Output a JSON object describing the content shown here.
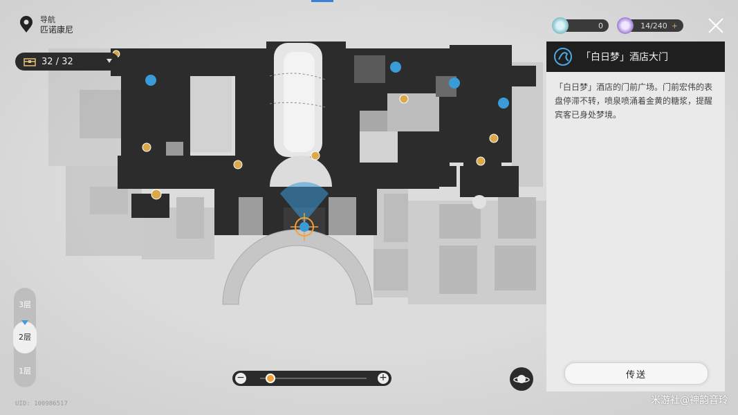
{
  "nav": {
    "label": "导航",
    "location": "匹诺康尼"
  },
  "chest": {
    "count": "32 / 32"
  },
  "currency": [
    {
      "icon": "stellar-jade-icon",
      "value": "0"
    },
    {
      "icon": "trailblaze-power-icon",
      "value": "14/240"
    }
  ],
  "panel": {
    "title": "「白日梦」酒店大门",
    "description": "「白日梦」酒店的门前广场。门前宏伟的表盘停滞不转，喷泉喷涌着金黄的糖浆，提醒宾客已身处梦境。",
    "teleport_label": "传送"
  },
  "floors": [
    "3层",
    "2层",
    "1层"
  ],
  "selected_floor_index": 1,
  "zoom": {
    "level": 0.1
  },
  "uid": "UID: 100986517",
  "watermark": "米游社@神韵音玲",
  "colors": {
    "accent": "#3a9bd9",
    "marker_gold": "#d9a94a",
    "panel_head": "#1f1f1f"
  }
}
